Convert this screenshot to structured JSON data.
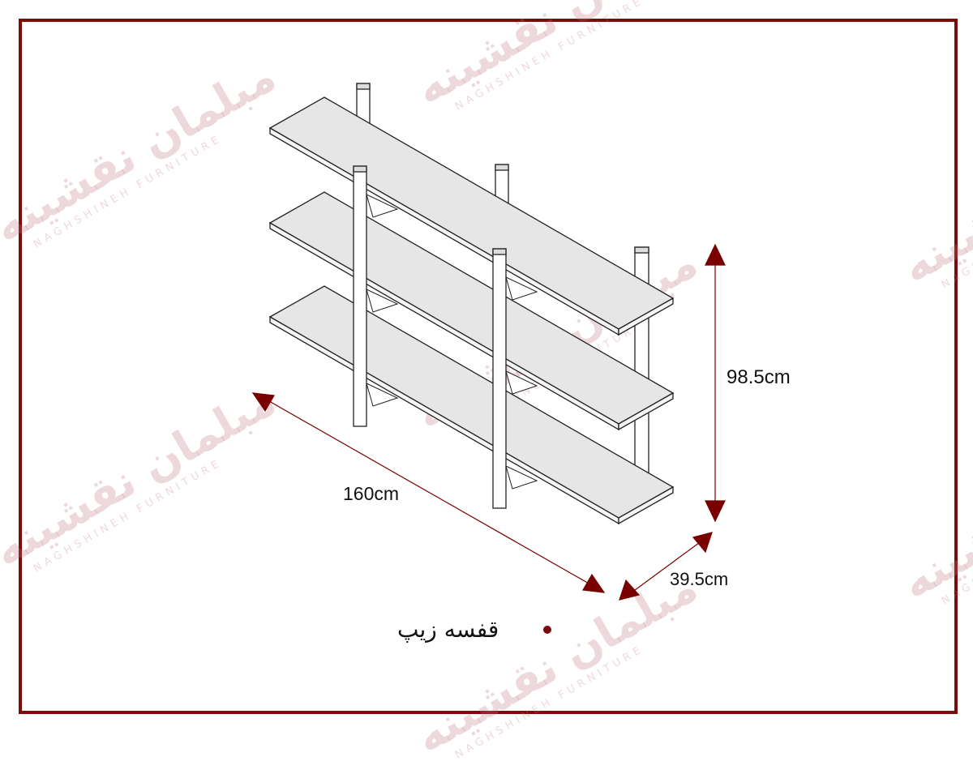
{
  "watermark": {
    "brand_fa": "مبلمان نقشینه",
    "brand_en": "NAGHSHINEH FURNITURE"
  },
  "dimensions": {
    "height": "98.5cm",
    "width": "160cm",
    "depth": "39.5cm"
  },
  "caption": "قفسه زیپ",
  "colors": {
    "frame": "#7b0c0c",
    "arrow": "#7a0000",
    "shelf": "#e6e6e6"
  }
}
